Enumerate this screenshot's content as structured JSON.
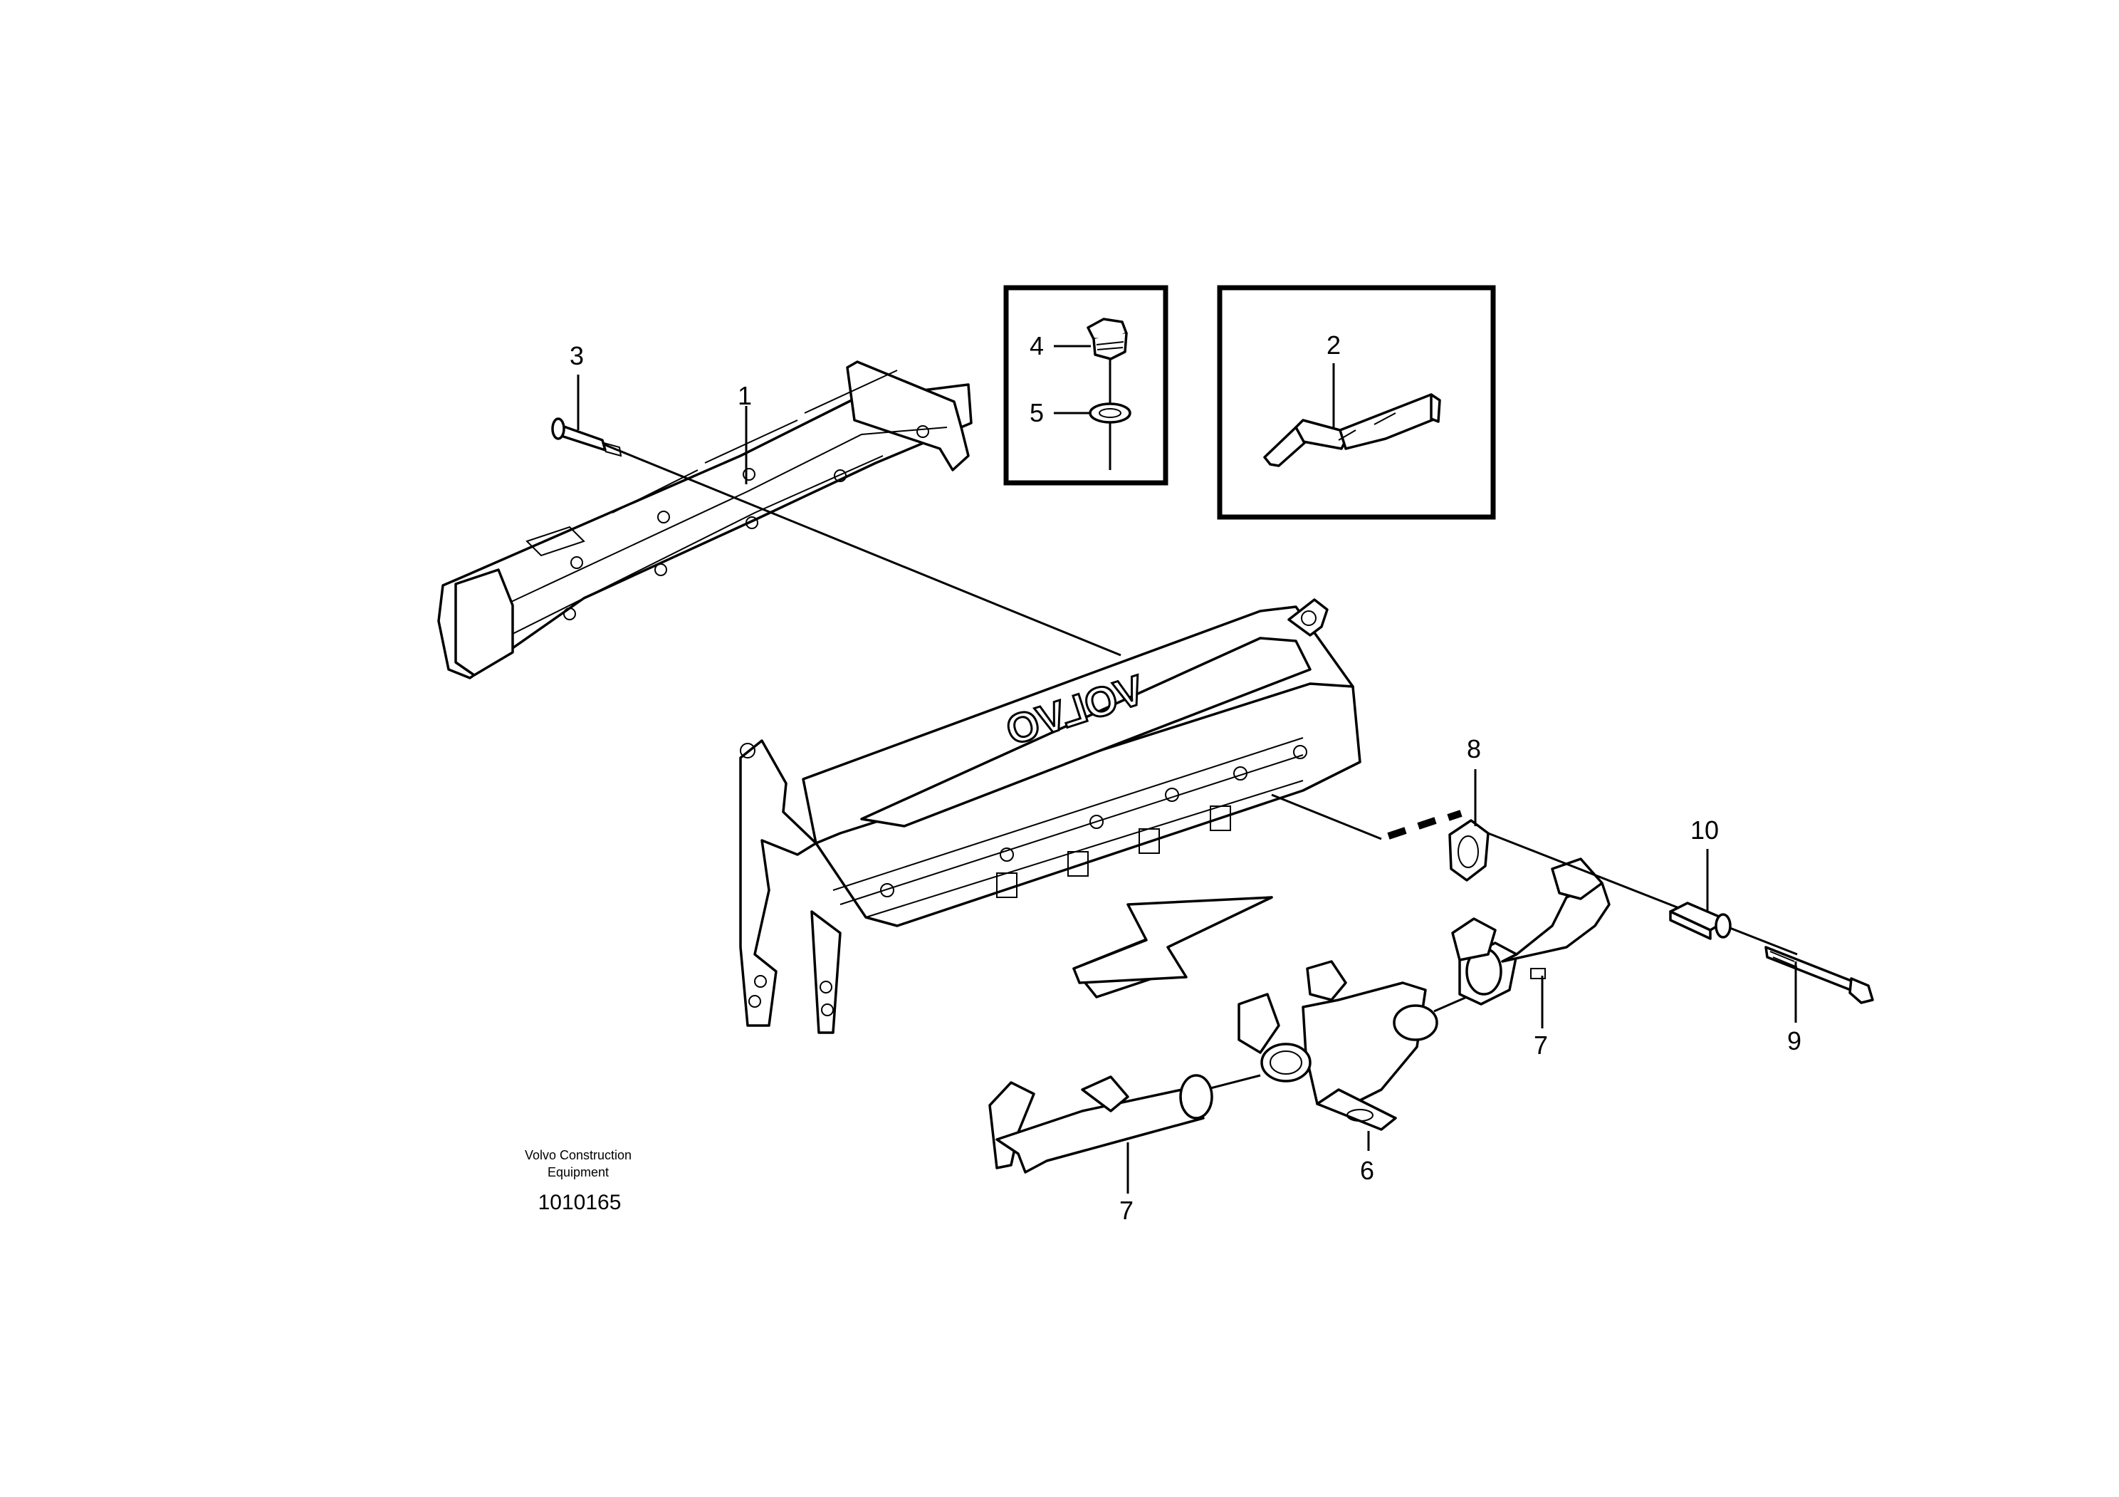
{
  "figure": {
    "callouts": [
      "1",
      "2",
      "3",
      "4",
      "5",
      "6",
      "7",
      "7",
      "8",
      "9",
      "10"
    ],
    "cover_lettering": "VOLVO",
    "caption_line1": "Volvo Construction",
    "caption_line2": "Equipment",
    "figure_number": "1010165"
  }
}
